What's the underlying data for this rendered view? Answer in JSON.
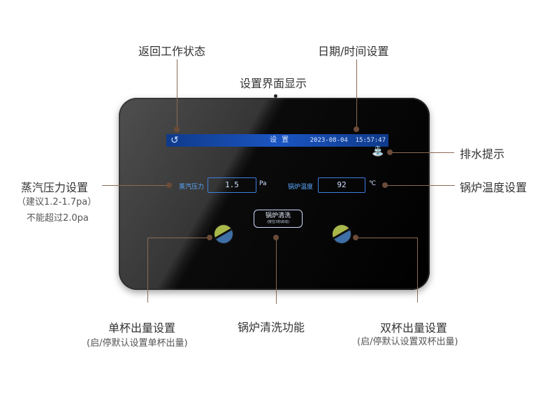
{
  "callouts": {
    "back": "返回工作状态",
    "datetime": "日期/时间设置",
    "settings_screen": "设置界面显示",
    "drain": "排水提示",
    "steam_pressure": "蒸汽压力设置",
    "steam_pressure_note1": "（建议1.2-1.7pa）",
    "steam_pressure_note2": "不能超过2.0pa",
    "boiler_temp": "锅炉温度设置",
    "single_cup": "单杯出量设置",
    "single_cup_note": "(启/停默认设置单杯出量)",
    "boiler_clean": "锅炉清洗功能",
    "double_cup": "双杯出量设置",
    "double_cup_note": "(启/停默认设置双杯出量)"
  },
  "screen": {
    "back_symbol": "↺",
    "title": "设 置",
    "date": "2023-08-04",
    "time": "15:57:47",
    "faucet_symbol": "⛲",
    "steam_label": "蒸汽压力",
    "steam_value": "1.5",
    "steam_unit": "Pa",
    "boiler_label": "锅炉温度",
    "boiler_value": "92",
    "boiler_unit": "℃",
    "clean_label": "锅炉清洗",
    "clean_sub": "(按住3秒启动)"
  },
  "colors": {
    "accent": "#1b55c2",
    "text_blue": "#5aa8ff",
    "callout_line": "#8a6b55",
    "bean_green": "#a9b84a",
    "bean_blue": "#3e6fa6"
  }
}
